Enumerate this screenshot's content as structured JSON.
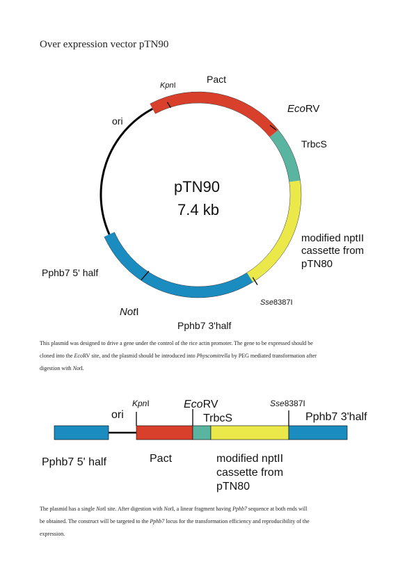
{
  "title": "Over expression vector pTN90",
  "plasmid": {
    "name": "pTN90",
    "size": "7.4 kb",
    "colors": {
      "pact": "#d9402b",
      "trbcs": "#5ab5a0",
      "nptii": "#ebe84a",
      "pphb7": "#1a8cc0",
      "backbone": "#000000"
    },
    "labels": {
      "pact": "Pact",
      "ori": "ori",
      "trbcs": "TrbcS",
      "nptii_line1": "modified nptII",
      "nptii_line2": "cassette from",
      "nptii_line3": "pTN80",
      "pphb7_5": "Pphb7 5' half",
      "pphb7_3": "Pphb7 3'half"
    },
    "sites": {
      "kpni_italic": "Kpn",
      "kpni_rest": "I",
      "ecorv_italic": "Eco",
      "ecorv_rest": "RV",
      "sse_italic": "Sse",
      "sse_rest": "8387I",
      "noti_italic": "Not",
      "noti_rest": "I"
    }
  },
  "paragraph1": {
    "line1": "This plasmid was designed to drive a gene under the control of the rice actin promoter.  The gene to be expressed should be",
    "line2_a": "cloned into the ",
    "line2_b": "Eco",
    "line2_c": "RV site, and the plasmid should be introduced into ",
    "line2_d": "Physcomitrella",
    "line2_e": " by PEG mediated transformation after",
    "line3_a": "digestion with ",
    "line3_b": "Not",
    "line3_c": "I."
  },
  "linear": {
    "labels": {
      "ori": "ori",
      "trbcs": "TrbcS",
      "pphb7_3": "Pphb7 3'half",
      "pphb7_5": "Pphb7 5' half",
      "pact": "Pact",
      "nptii_line1": "modified nptII",
      "nptii_line2": "cassette from",
      "nptii_line3": "pTN80"
    },
    "sites": {
      "kpni_italic": "Kpn",
      "kpni_rest": "I",
      "ecorv_italic": "Eco",
      "ecorv_rest": "RV",
      "sse_italic": "Sse",
      "sse_rest": "8387I"
    }
  },
  "paragraph2": {
    "line1_a": "The plasmid has a single ",
    "line1_b": "Not",
    "line1_c": "I site.  After digestion with ",
    "line1_d": "Not",
    "line1_e": "I, a linear fragment having ",
    "line1_f": "Pphb7",
    "line1_g": " sequence at both ends will",
    "line2_a": "be obtained.  The construct will be targeted to the ",
    "line2_b": "Pphb7",
    "line2_c": " locus for the transformation efficiency and reproducibility of the",
    "line3": "expression."
  }
}
